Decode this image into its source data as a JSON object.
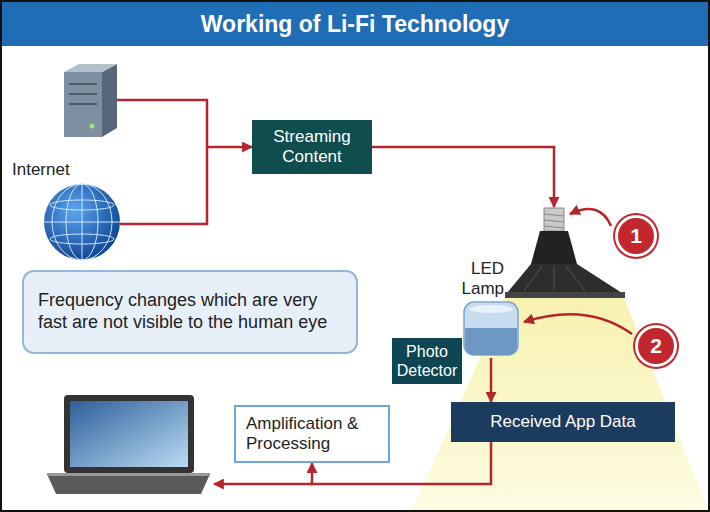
{
  "diagram": {
    "title": "Working of Li-Fi Technology",
    "nodes": [
      {
        "text": [
          "Internet"
        ]
      },
      {
        "text": [
          "Streaming Content"
        ]
      },
      {
        "text": [
          "LED Lamp"
        ]
      },
      {
        "text": [
          "Frequency changes which are very fast are not visible to the human eye"
        ]
      },
      {
        "text": [
          "Photo Detector"
        ]
      },
      {
        "text": [
          "Received App Data"
        ]
      },
      {
        "text": [
          "Amplification & Processing"
        ]
      }
    ],
    "edges": [
      {
        "from": 0,
        "to": 1,
        "arrow": "to"
      },
      {
        "from": 1,
        "to": 2,
        "arrow": "to"
      },
      {
        "from": 4,
        "to": 5,
        "arrow": "to"
      },
      {
        "from": 5,
        "to": 6,
        "arrow": "to"
      }
    ],
    "labels": [
      "1",
      "2"
    ]
  }
}
